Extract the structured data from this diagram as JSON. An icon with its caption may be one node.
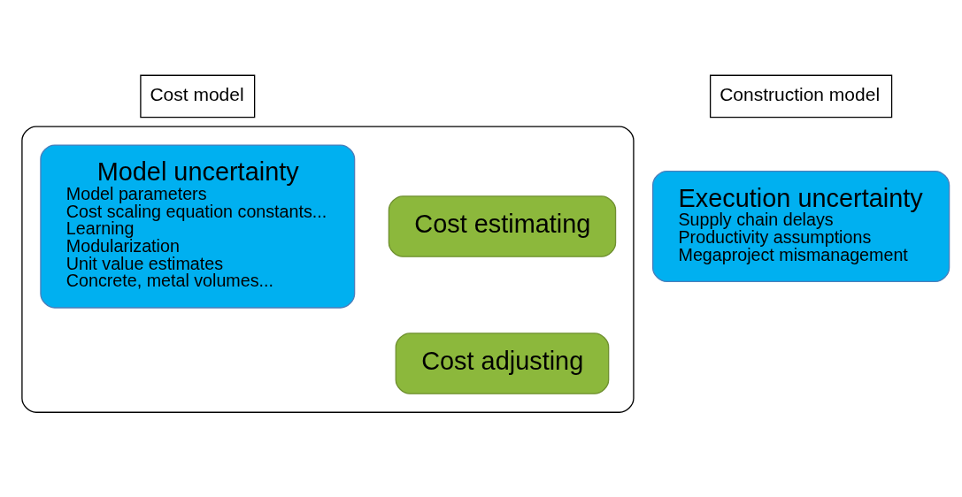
{
  "diagram": {
    "nodes": [
      {
        "text": [
          "Cost model"
        ]
      },
      {
        "text": [],
        "shape": "box"
      },
      {
        "text": [
          "Model uncertainty",
          "Model parameters",
          "Cost scaling equation constants...",
          "Learning",
          "Modularization",
          "Unit value estimates",
          "Concrete, metal volumes..."
        ],
        "in": 1
      },
      {
        "text": [
          "Cost estimating"
        ],
        "in": 1
      },
      {
        "text": [
          "Cost adjusting"
        ],
        "in": 1
      },
      {
        "text": [
          "Construction model"
        ]
      },
      {
        "text": [
          "Execution uncertainty",
          "Supply chain delays",
          "Productivity assumptions",
          "Megaproject mismanagement"
        ]
      }
    ],
    "edges": []
  }
}
